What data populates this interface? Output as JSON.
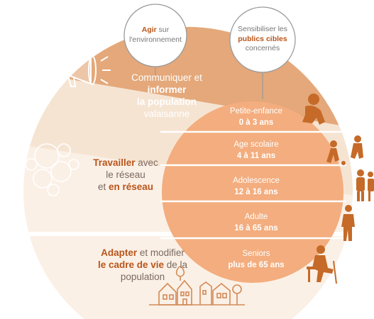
{
  "top": {
    "left": {
      "strong": "Agir",
      "rest1": " sur",
      "line2": "l'environnement"
    },
    "right": {
      "line1": "Sensibiliser les",
      "strong": "publics cibles",
      "line3": "concernés"
    }
  },
  "zones": {
    "communicate": {
      "line1": "Communiquer et",
      "line2": "informer",
      "line3": "la population",
      "line4": "valaisanne"
    },
    "network": {
      "strong1": "Travailler",
      "rest1": " avec",
      "line2": "le réseau",
      "pre3": "et ",
      "strong3": "en réseau"
    },
    "adapt": {
      "strong1": "Adapter",
      "rest1": " et modifier",
      "strong2": "le cadre de vie",
      "rest2": " de la",
      "line3": "population"
    }
  },
  "audiences": [
    {
      "name": "Petite-enfance",
      "range": "0 à 3 ans"
    },
    {
      "name": "Age scolaire",
      "range": "4 à 11 ans"
    },
    {
      "name": "Adolescence",
      "range": "12 à 16 ans"
    },
    {
      "name": "Adulte",
      "range": "16 à 65 ans"
    },
    {
      "name": "Seniors",
      "range": "plus de 65 ans"
    }
  ],
  "colors": {
    "dark_orange": "#e4a87a",
    "light_peach": "#f6e4d3",
    "pale_peach": "#fbf0e6",
    "circle_orange": "#f3ad7e",
    "figure_brown": "#c56a28",
    "text_brown": "#b8551a"
  },
  "icons": [
    "megaphone-icon",
    "network-circles-icon",
    "houses-icon",
    "toddler-icon",
    "children-playing-icon",
    "teenagers-icon",
    "adult-icon",
    "senior-with-cane-icon"
  ]
}
